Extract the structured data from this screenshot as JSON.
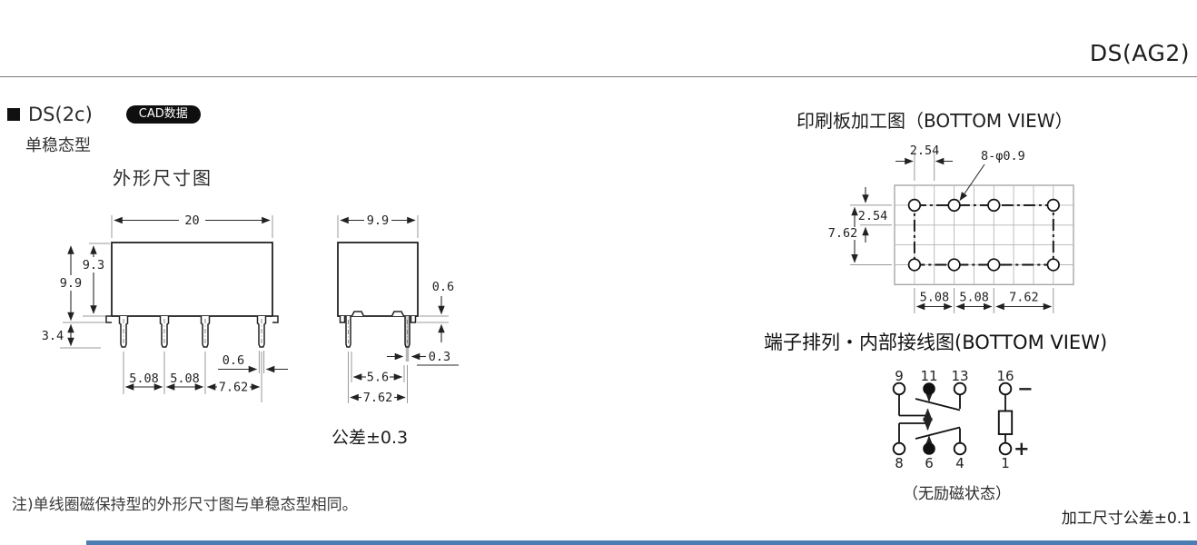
{
  "header": {
    "title": "DS(AG2)"
  },
  "section": {
    "title": "DS(2c)",
    "badge": "CAD数据",
    "subtitle": "单稳态型"
  },
  "outline": {
    "title": "外形尺寸图",
    "tolerance": "公差±0.3",
    "front": {
      "width": "20",
      "body_height": "9.3",
      "total_height": "9.9",
      "pin_length": "3.4",
      "pitch_a": "5.08",
      "pitch_b": "5.08",
      "pitch_c": "7.62",
      "pin_width": "0.6"
    },
    "side": {
      "width": "9.9",
      "standoff": "0.6",
      "pin_thickness": "0.3",
      "inner_span": "5.6",
      "pitch": "7.62"
    }
  },
  "pcb": {
    "title": "印刷板加工图（BOTTOM VIEW）",
    "hole_note": "8-φ0.9",
    "pitch_top": "2.54",
    "row_offset": "2.54",
    "row_span": "7.62",
    "col_a": "5.08",
    "col_b": "5.08",
    "col_c": "7.62"
  },
  "wiring": {
    "title": "端子排列・内部接线图(BOTTOM VIEW)",
    "pins_top": [
      "9",
      "11",
      "13",
      "16"
    ],
    "pins_bottom": [
      "8",
      "6",
      "4",
      "1"
    ],
    "minus": "−",
    "plus": "+",
    "state_note": "（无励磁状态）",
    "process_tolerance": "加工尺寸公差±0.1"
  },
  "footnote": "注)单线圈磁保持型的外形尺寸图与单稳态型相同。"
}
